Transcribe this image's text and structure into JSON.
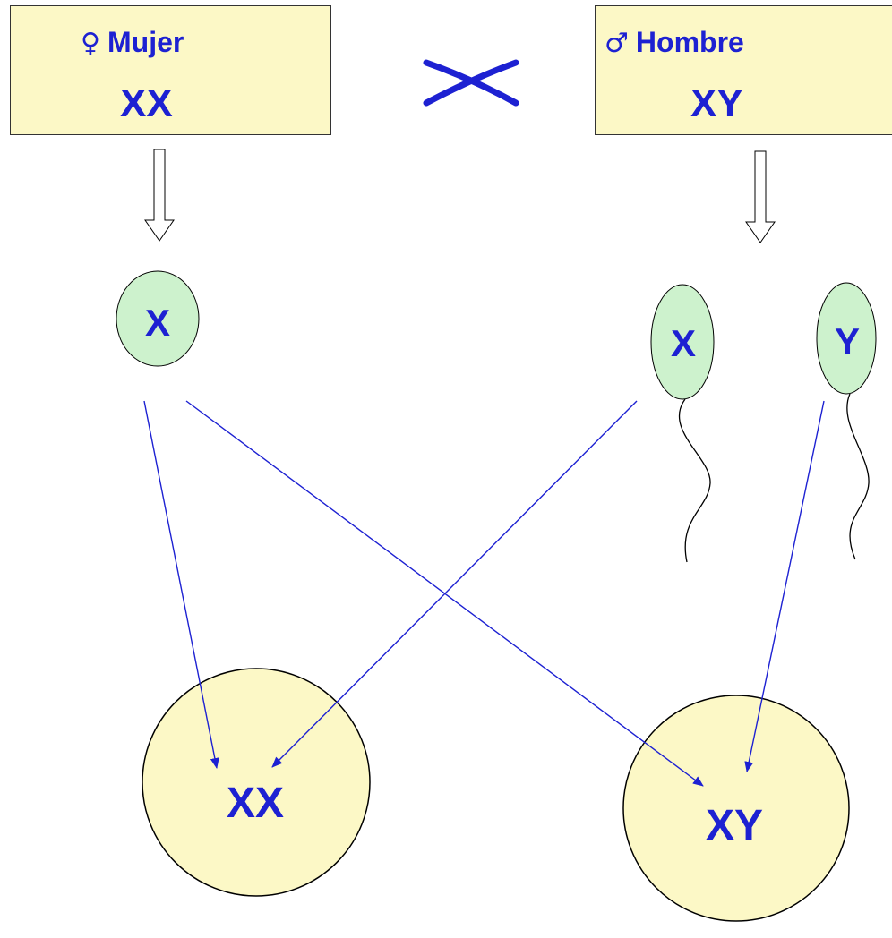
{
  "female": {
    "symbol": "♀",
    "label": "Mujer",
    "genotype": "XX",
    "gamete": "X"
  },
  "male": {
    "symbol": "♂",
    "label": "Hombre",
    "genotype": "XY",
    "gametes": [
      "X",
      "Y"
    ]
  },
  "offspring": [
    "XX",
    "XY"
  ],
  "colors": {
    "box_fill": "#fcf8c6",
    "gamete_fill": "#cdf2cd",
    "text_and_arrows": "#1d21d2",
    "outline": "#000000"
  }
}
